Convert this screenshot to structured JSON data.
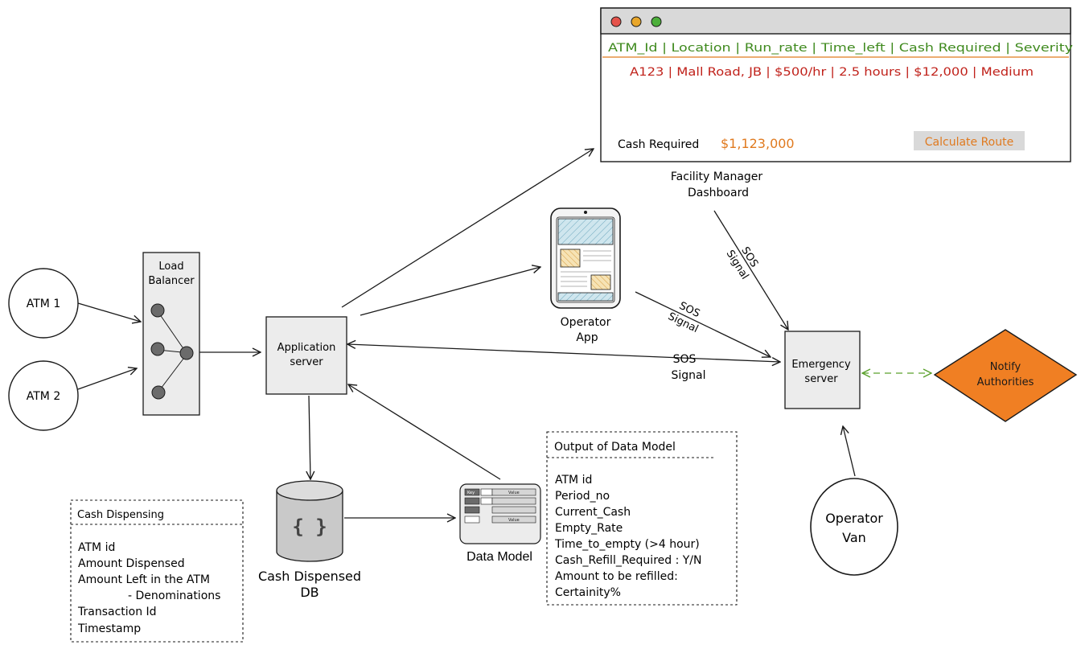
{
  "colors": {
    "stroke": "#1a1a1a",
    "node_fill": "#ececec",
    "header_green": "#3f8a1e",
    "row_red": "#c0211a",
    "accent_orange": "#e07a1f",
    "diamond_fill": "#f07f23",
    "dash_green": "#5aa02c",
    "window_red": "#e5534b",
    "window_yellow": "#e8a62a",
    "window_green": "#4caf3a",
    "window_bar": "#d9d9d9",
    "button_bg": "#d9d9d9"
  },
  "dashboard": {
    "header": "ATM_Id | Location | Run_rate | Time_left | Cash Required | Severity",
    "row": "A123 | Mall Road, JB | $500/hr | 2.5 hours | $12,000 | Medium",
    "cash_required_label": "Cash Required",
    "cash_required_value": "$1,123,000",
    "button_label": "Calculate Route",
    "caption_line1": "Facility Manager",
    "caption_line2": "Dashboard"
  },
  "atms": [
    "ATM 1",
    "ATM 2"
  ],
  "load_balancer": {
    "line1": "Load",
    "line2": "Balancer"
  },
  "app_server": {
    "line1": "Application",
    "line2": "server"
  },
  "emergency_server": {
    "line1": "Emergency",
    "line2": "server"
  },
  "notify": {
    "line1": "Notify",
    "line2": "Authorities"
  },
  "operator_app": {
    "line1": "Operator",
    "line2": "App"
  },
  "operator_van": {
    "line1": "Operator",
    "line2": "Van"
  },
  "db": {
    "glyph": "{ }",
    "line1": "Cash Dispensed",
    "line2": "DB"
  },
  "data_model": {
    "label": "Data Model",
    "key_label": "Key",
    "value_label": "Value"
  },
  "sos": {
    "line1": "SOS",
    "line2": "Signal"
  },
  "cash_dispensing": {
    "title": "Cash Dispensing",
    "fields": [
      "ATM id",
      "Amount Dispensed",
      "Amount Left in the ATM",
      "- Denominations",
      "Transaction Id",
      "Timestamp"
    ]
  },
  "data_model_output": {
    "title": "Output of Data Model",
    "fields": [
      "ATM id",
      "Period_no",
      "Current_Cash",
      "Empty_Rate",
      "Time_to_empty (>4 hour)",
      "Cash_Refill_Required : Y/N",
      "Amount to be refilled:",
      "Certainity%"
    ]
  }
}
